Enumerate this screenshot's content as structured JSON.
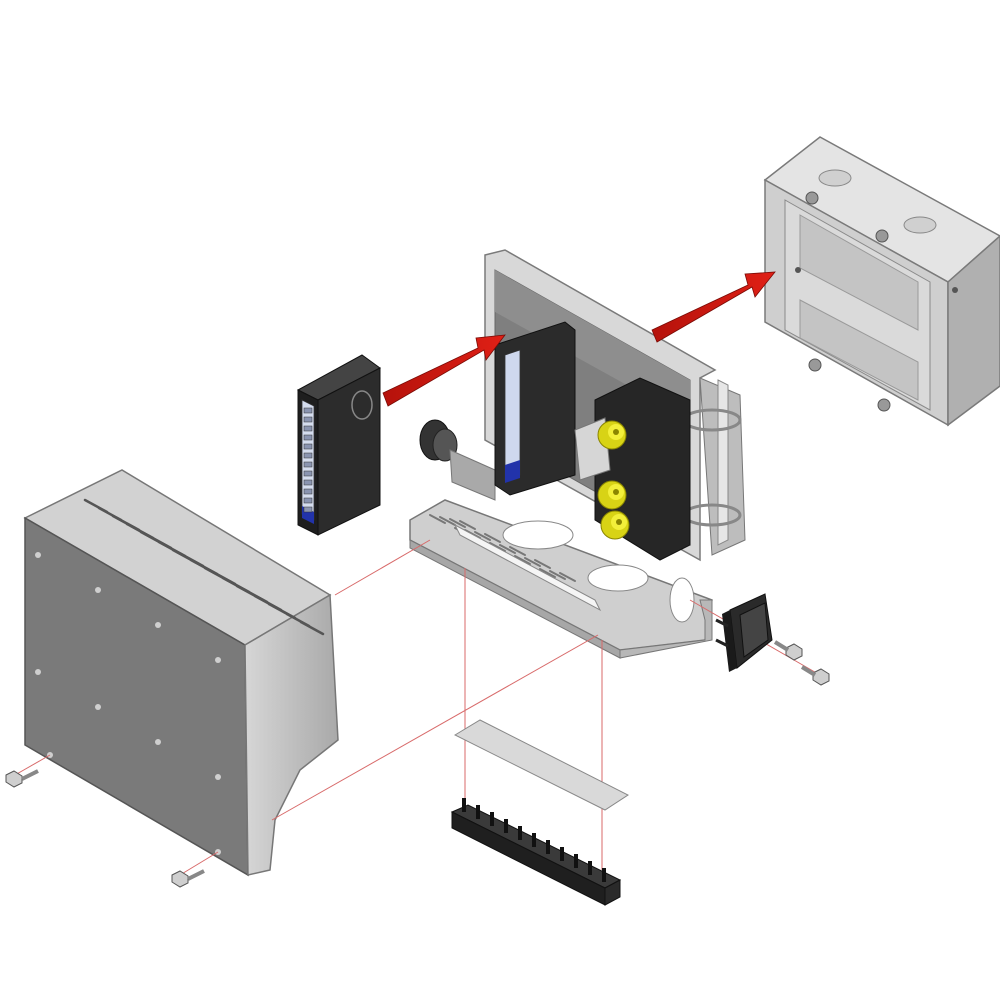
{
  "diagram": {
    "kind": "exploded-assembly",
    "parts": [
      {
        "id": "cover",
        "name": "perforated-cover"
      },
      {
        "id": "module",
        "name": "terminal-module"
      },
      {
        "id": "chassis",
        "name": "mounting-chassis"
      },
      {
        "id": "backbox",
        "name": "electrical-back-box"
      },
      {
        "id": "switch",
        "name": "rocker-switch"
      },
      {
        "id": "plate",
        "name": "terminal-cover-plate"
      },
      {
        "id": "strip",
        "name": "terminal-block-strip"
      },
      {
        "id": "screws",
        "name": "mounting-screws"
      }
    ],
    "arrows": [
      {
        "from": "terminal-module",
        "to": "mounting-chassis"
      },
      {
        "from": "mounting-chassis",
        "to": "electrical-back-box"
      }
    ],
    "colors": {
      "arrow": "#c8180f",
      "guide_line": "#d86a6a",
      "panel_light": "#dcdcdc",
      "panel_mid": "#bdbdbd",
      "panel_dark": "#6e6e6e",
      "module_body": "#2b2b2b",
      "connector_yellow": "#e9e51a"
    }
  }
}
